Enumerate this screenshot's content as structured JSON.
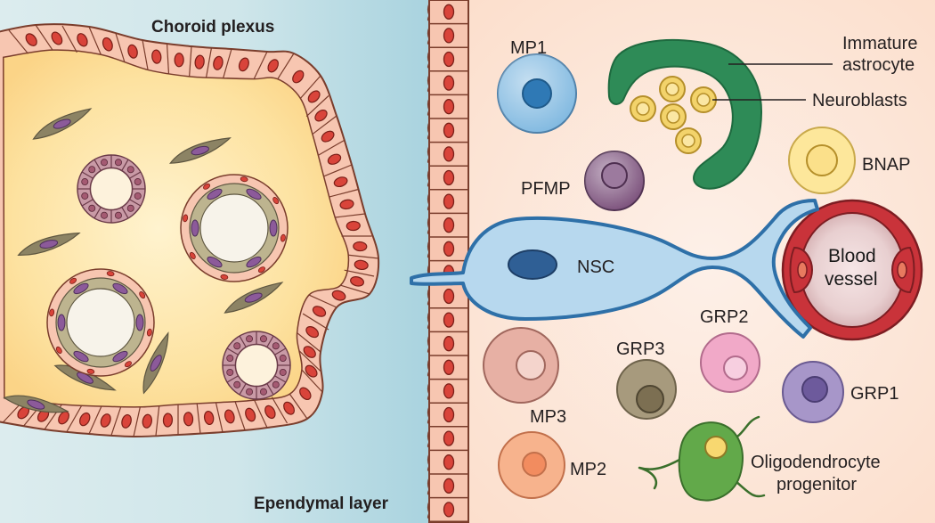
{
  "labels": {
    "choroid_plexus": "Choroid plexus",
    "ependymal_layer": "Ependymal layer",
    "mp1": "MP1",
    "immature_astrocyte_line1": "Immature",
    "immature_astrocyte_line2": "astrocyte",
    "neuroblasts": "Neuroblasts",
    "pfmp": "PFMP",
    "bnap": "BNAP",
    "nsc": "NSC",
    "blood_vessel_line1": "Blood",
    "blood_vessel_line2": "vessel",
    "grp2": "GRP2",
    "grp3": "GRP3",
    "grp1": "GRP1",
    "mp3": "MP3",
    "mp2": "MP2",
    "oligo_line1": "Oligodendrocyte",
    "oligo_line2": "progenitor"
  },
  "colors": {
    "left_bg_edge": "#a9d3df",
    "left_bg_inner": "#dcecee",
    "right_bg": "#fde3d3",
    "stroma": "#fbd98a",
    "epithelial_cell": "#f7c6b1",
    "nucleus_red": "#d9443a",
    "fibroblast": "#8c8364",
    "fibroblast_nucleus": "#8c5a9a",
    "mp1": "#7fb8e0",
    "pfmp": "#7a4f7a",
    "bnap": "#fde79b",
    "nsc": "#b7d8ee",
    "nsc_nucleus": "#2f5f95",
    "astrocyte": "#2e8b57",
    "neuroblast": "#f3d36b",
    "blood_vessel": "#c9333a",
    "grp2": "#f1a9c8",
    "grp3": "#a79a7d",
    "grp1": "#a796c9",
    "mp3": "#e7b0a4",
    "mp2": "#f7b38d",
    "oligo": "#62a94a"
  }
}
